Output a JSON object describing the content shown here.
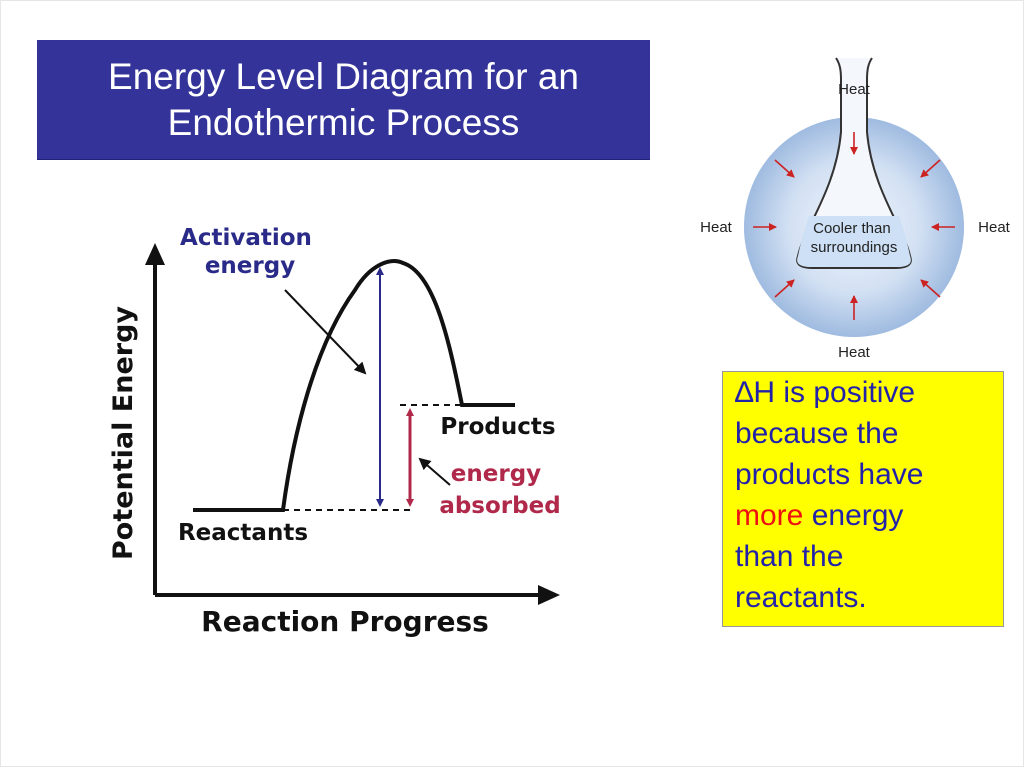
{
  "title": {
    "line1": "Energy Level Diagram for an",
    "line2": "Endothermic Process"
  },
  "energy_diagram": {
    "ylabel": "Potential Energy",
    "xlabel": "Reaction Progress",
    "activation_label_line1": "Activation",
    "activation_label_line2": "energy",
    "products_label": "Products",
    "reactants_label": "Reactants",
    "absorbed_label_line1": "energy",
    "absorbed_label_line2": "absorbed",
    "colors": {
      "axis": "#111111",
      "curve": "#111111",
      "activation_arrow": "#2a2a88",
      "activation_text": "#2a2a88",
      "absorbed_arrow": "#b0284a",
      "absorbed_text": "#b0284a"
    }
  },
  "flask_diagram": {
    "heat_top": "Heat",
    "heat_left": "Heat",
    "heat_right": "Heat",
    "heat_bottom": "Heat",
    "flask_text_line1": "Cooler than",
    "flask_text_line2": "surroundings",
    "colors": {
      "circle": "#b7cdea",
      "arrows": "#cc2222",
      "liquid": "#cde0f5"
    }
  },
  "note": {
    "line1": "∆H is positive",
    "line2": "because the",
    "line3": "products have",
    "line4_highlight": "more",
    "line4_rest": " energy",
    "line5": "than the",
    "line6": "reactants.",
    "colors": {
      "background": "#ffff00",
      "text": "#2222aa",
      "highlight": "#ee1111"
    }
  }
}
